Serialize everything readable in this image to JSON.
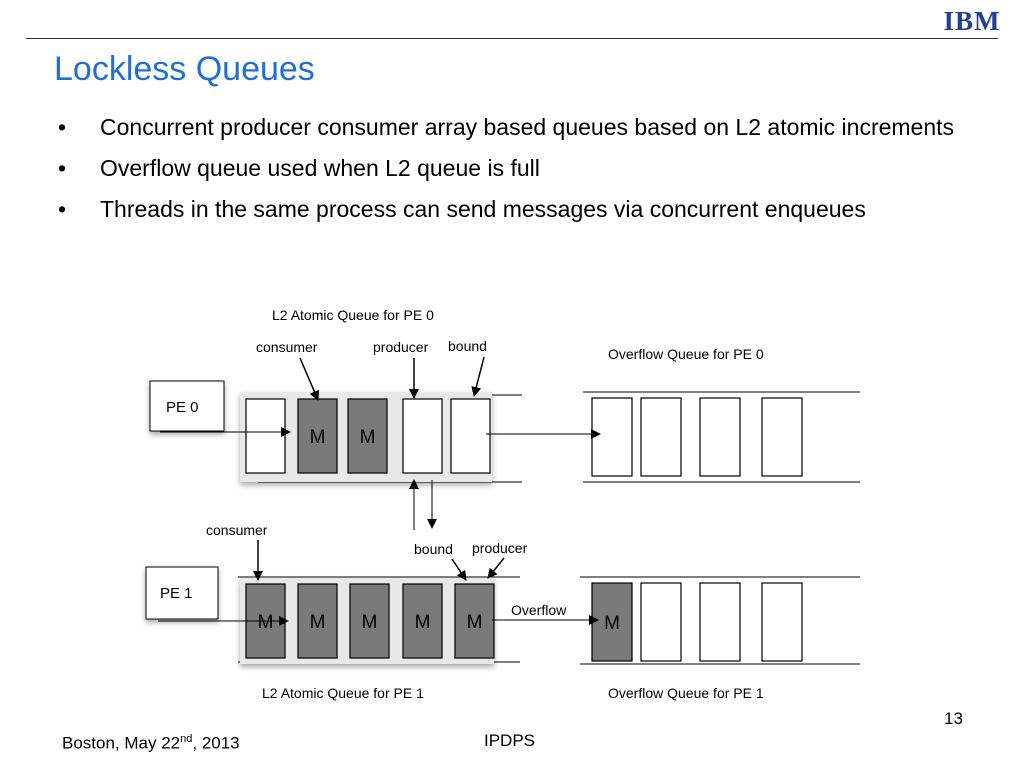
{
  "header": {
    "logo_text": "IBM",
    "logo_color": "#1f3f99"
  },
  "slide": {
    "title": "Lockless Queues",
    "title_color": "#1e6fd9",
    "bullets": [
      "Concurrent producer consumer array based queues based on L2 atomic increments",
      "Overflow queue used when L2 queue is full",
      "Threads in the same process can send messages via concurrent enqueues"
    ]
  },
  "diagram": {
    "labels": {
      "l2_queue_pe0": "L2 Atomic Queue for PE 0",
      "consumer_pe0": "consumer",
      "producer_pe0": "producer",
      "bound_pe0": "bound",
      "overflow_queue_pe0": "Overflow Queue for PE 0",
      "pe0": "PE 0",
      "consumer_pe1": "consumer",
      "bound_pe1": "bound",
      "producer_pe1": "producer",
      "pe1": "PE 1",
      "overflow_arrow": "Overflow",
      "l2_queue_pe1": "L2 Atomic Queue for PE 1",
      "overflow_queue_pe1": "Overflow Queue for PE 1"
    },
    "message_symbol": "M",
    "queue_pe0_slots": [
      "",
      "M",
      "M",
      "",
      ""
    ],
    "overflow_pe0_slots": [
      "",
      "",
      "",
      ""
    ],
    "queue_pe1_slots": [
      "M",
      "M",
      "M",
      "M",
      "M"
    ],
    "overflow_pe1_slots": [
      "M",
      "",
      "",
      ""
    ],
    "filled_color": "#7a7a7a"
  },
  "footer": {
    "location_prefix": "Boston, May 22",
    "location_sup": "nd",
    "location_suffix": ", 2013",
    "conference": "IPDPS",
    "page_number": "13"
  }
}
